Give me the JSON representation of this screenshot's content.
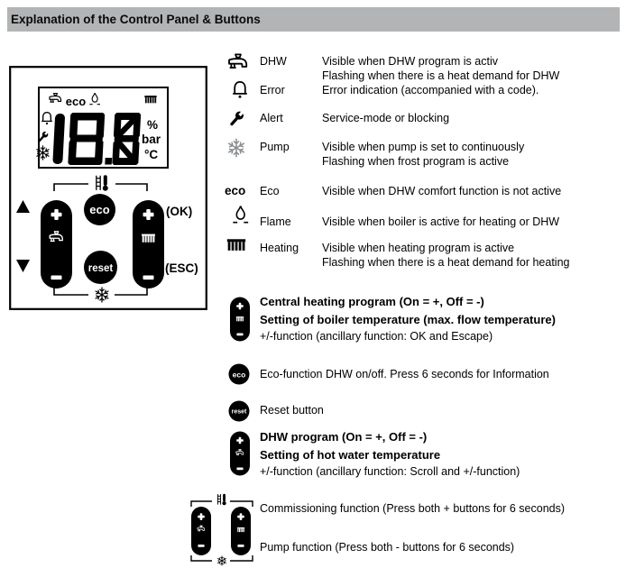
{
  "header": {
    "title": "Explanation of the Control Panel & Buttons"
  },
  "colors": {
    "header_bg": "#b2b4b6",
    "ink": "#000000",
    "pump_gray": "#8a8d90"
  },
  "panel": {
    "lcd": {
      "display_value": "18.8",
      "eco_indicator": "eco",
      "unit_percent": "%",
      "unit_bar": "bar",
      "unit_celsius": "°C"
    },
    "buttons": {
      "plus": "+",
      "minus": "-",
      "eco": "eco",
      "reset": "reset",
      "ok": "(OK)",
      "esc": "(ESC)"
    }
  },
  "legend": [
    {
      "icon": "dhw-tap-icon",
      "label": "DHW",
      "lines": [
        "Visible when DHW program is activ",
        "Flashing when there is a heat demand for DHW"
      ]
    },
    {
      "icon": "error-bell-icon",
      "label": "Error",
      "lines": [
        "Error indication (accompanied with a code)."
      ]
    },
    {
      "icon": "alert-wrench-icon",
      "label": "Alert",
      "lines": [
        "Service-mode or blocking"
      ]
    },
    {
      "icon": "pump-snowflake-icon",
      "label": "Pump",
      "lines": [
        "Visible when pump is set to continuously",
        "Flashing when frost program is active"
      ]
    },
    {
      "icon": "eco-text-icon",
      "icon_text": "eco",
      "label": "Eco",
      "lines": [
        "Visible when DHW comfort function is not active"
      ]
    },
    {
      "icon": "flame-icon",
      "label": "Flame",
      "lines": [
        "Visible when boiler is active for heating or DHW"
      ]
    },
    {
      "icon": "heating-radiator-icon",
      "label": "Heating",
      "lines": [
        "Visible when heating program is active",
        "Flashing when there is a heat demand for heating"
      ]
    }
  ],
  "explanations": [
    {
      "icon": "heating-pill-button",
      "bold_lines": [
        "Central heating program (On = +, Off = -)",
        "Setting of boiler temperature (max. flow temperature)"
      ],
      "line": "+/-function (ancillary function: OK and Escape)"
    },
    {
      "icon": "eco-button",
      "line": "Eco-function DHW on/off. Press 6 seconds for Information"
    },
    {
      "icon": "reset-button",
      "line": "Reset button"
    },
    {
      "icon": "dhw-pill-button",
      "bold_lines": [
        "DHW program (On = +, Off = -)",
        "Setting of hot water temperature"
      ],
      "line": "+/-function (ancillary function: Scroll and +/-function)"
    },
    {
      "icon": "both-plus-buttons",
      "line": "Commissioning function (Press both + buttons for 6 seconds)"
    },
    {
      "icon": "both-minus-buttons",
      "line": "Pump function (Press both - buttons for 6 seconds)"
    }
  ]
}
